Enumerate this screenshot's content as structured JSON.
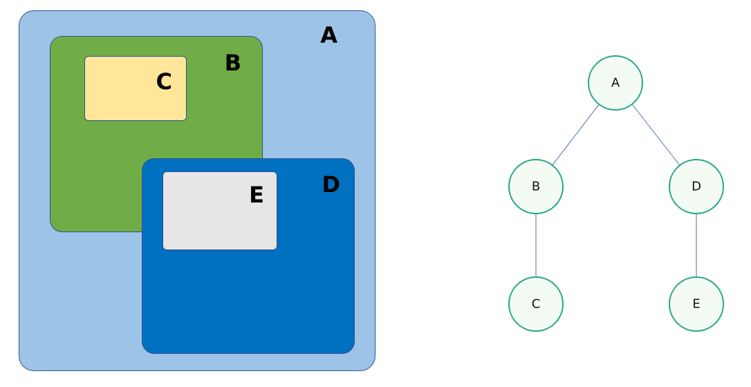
{
  "nested_view": {
    "boxes": [
      {
        "id": "a",
        "label": "A",
        "fill": "#9dc3e6"
      },
      {
        "id": "b",
        "label": "B",
        "fill": "#70ad47"
      },
      {
        "id": "c",
        "label": "C",
        "fill": "#ffe699"
      },
      {
        "id": "d",
        "label": "D",
        "fill": "#0070c0"
      },
      {
        "id": "e",
        "label": "E",
        "fill": "#e6e6e6"
      }
    ]
  },
  "tree_view": {
    "node_fill": "#f4fbf4",
    "node_stroke": "#26a688",
    "edge_color": "#4f6fb0",
    "nodes": [
      {
        "id": "A",
        "label": "A"
      },
      {
        "id": "B",
        "label": "B"
      },
      {
        "id": "D",
        "label": "D"
      },
      {
        "id": "C",
        "label": "C"
      },
      {
        "id": "E",
        "label": "E"
      }
    ],
    "edges": [
      {
        "from": "A",
        "to": "B"
      },
      {
        "from": "A",
        "to": "D"
      },
      {
        "from": "B",
        "to": "C"
      },
      {
        "from": "D",
        "to": "E"
      }
    ]
  }
}
